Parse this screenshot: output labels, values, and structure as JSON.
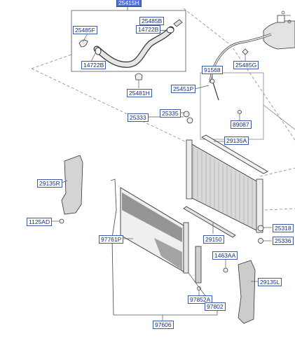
{
  "diagram": {
    "labels": {
      "top_assembly": "25415H",
      "hose_clamp_upper_right": "25485B",
      "hose_clamp_upper_left": "25485F",
      "hose_upper_right": "14722B",
      "hose_lower_left": "14722B",
      "bracket_lower": "25481H",
      "sensor_left": "91568",
      "sensor_right": "25485G",
      "pipe": "25451P",
      "mount_left": "25333",
      "mount_right": "25335",
      "bolt_upper": "89087",
      "seal_upper": "29135A",
      "shroud_left": "29135R",
      "bolt_left": "1125AD",
      "condenser": "97761P",
      "seal_mid": "29150",
      "mount_lower_right": "25318",
      "mount_lower_right_2": "25336",
      "bolt_right": "1463AA",
      "shroud_right": "29135L",
      "bracket_mid": "97852A",
      "bracket_lower_right": "97802",
      "condenser_assembly": "97606"
    }
  }
}
